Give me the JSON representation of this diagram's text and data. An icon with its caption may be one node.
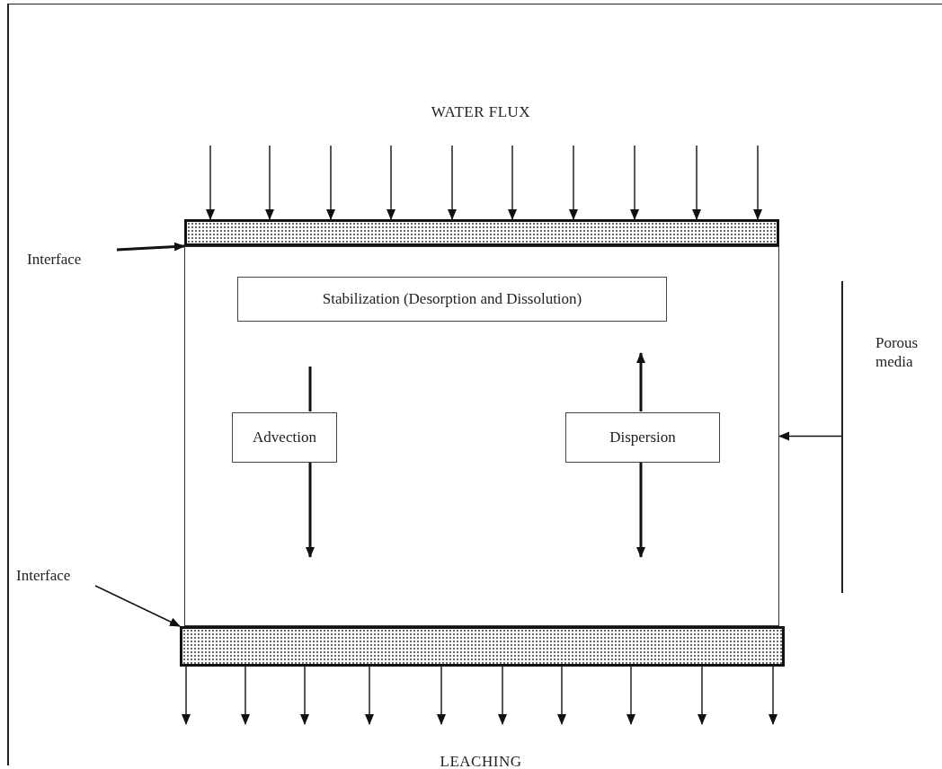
{
  "diagram": {
    "nodes": [
      {
        "text": [],
        "shape": "bar"
      },
      {
        "text": [],
        "shape": "box"
      },
      {
        "text": [
          "Stabilization (Desorption and Dissolution)"
        ],
        "in": 1
      },
      {
        "text": [
          "Advection"
        ],
        "in": 1
      },
      {
        "text": [
          "Dispersion"
        ],
        "in": 1
      },
      {
        "text": [],
        "shape": "bar"
      },
      {
        "text": [
          "Interface"
        ]
      },
      {
        "text": [
          "Interface"
        ]
      },
      {
        "text": [
          "Porous media"
        ]
      }
    ],
    "edges": [
      {
        "from": null,
        "to": 0,
        "arrow": "to"
      },
      {
        "from": null,
        "to": 0,
        "arrow": "to"
      },
      {
        "from": null,
        "to": 0,
        "arrow": "to"
      },
      {
        "from": null,
        "to": 0,
        "arrow": "to"
      },
      {
        "from": null,
        "to": 0,
        "arrow": "to"
      },
      {
        "from": null,
        "to": 0,
        "arrow": "to"
      },
      {
        "from": null,
        "to": 0,
        "arrow": "to"
      },
      {
        "from": null,
        "to": 0,
        "arrow": "to"
      },
      {
        "from": null,
        "to": 0,
        "arrow": "to"
      },
      {
        "from": null,
        "to": 0,
        "arrow": "to"
      },
      {
        "from": 6,
        "to": 0,
        "arrow": "to",
        "style": "thick"
      },
      {
        "from": 7,
        "to": 5,
        "arrow": "to"
      },
      {
        "from": 8,
        "to": 1,
        "arrow": "to"
      },
      {
        "from": null,
        "to": 3,
        "arrow": "none",
        "style": "thick"
      },
      {
        "from": 3,
        "to": null,
        "arrow": "to",
        "style": "thick"
      },
      {
        "from": 4,
        "to": null,
        "arrow": "to",
        "style": "thick"
      },
      {
        "from": 4,
        "to": null,
        "arrow": "to",
        "style": "thick"
      },
      {
        "from": 5,
        "to": null,
        "arrow": "to"
      },
      {
        "from": 5,
        "to": null,
        "arrow": "to"
      },
      {
        "from": 5,
        "to": null,
        "arrow": "to"
      },
      {
        "from": 5,
        "to": null,
        "arrow": "to"
      },
      {
        "from": 5,
        "to": null,
        "arrow": "to"
      },
      {
        "from": 5,
        "to": null,
        "arrow": "to"
      },
      {
        "from": 5,
        "to": null,
        "arrow": "to"
      },
      {
        "from": 5,
        "to": null,
        "arrow": "to"
      },
      {
        "from": 5,
        "to": null,
        "arrow": "to"
      },
      {
        "from": 5,
        "to": null,
        "arrow": "to"
      }
    ],
    "labels": [
      "WATER FLUX",
      "LEACHING"
    ]
  }
}
